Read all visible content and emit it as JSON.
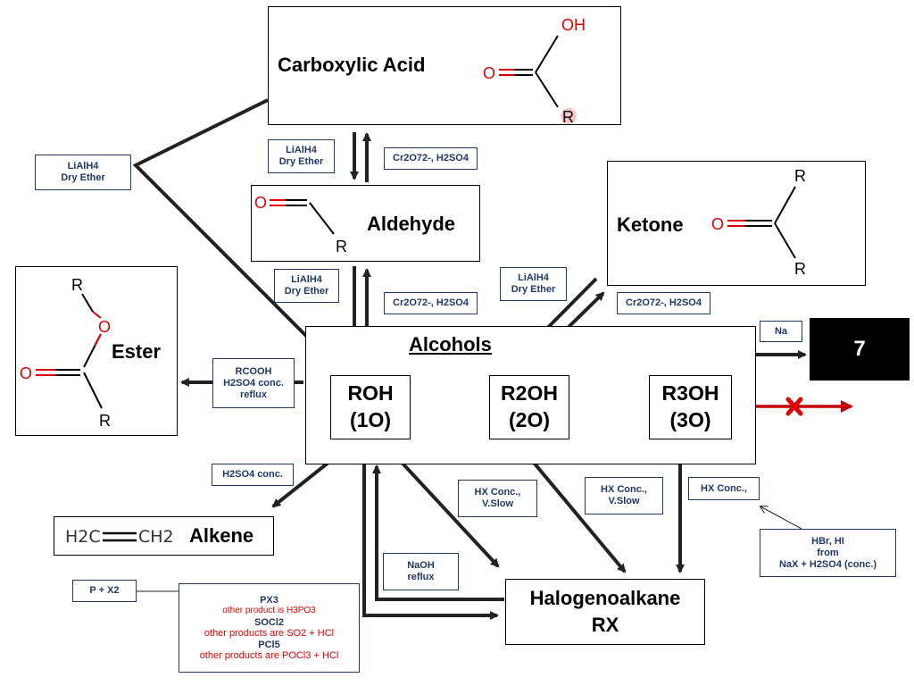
{
  "compounds": {
    "carboxylic_acid": "Carboxylic Acid",
    "aldehyde": "Aldehyde",
    "ketone": "Ketone",
    "ester": "Ester",
    "alkene": "Alkene",
    "halogenoalkane_line1": "Halogenoalkane",
    "halogenoalkane_line2": "RX",
    "sodium_product": "7"
  },
  "alcohols": {
    "title": "Alcohols",
    "primary": {
      "formula": "ROH",
      "degree": "(1O)"
    },
    "secondary": {
      "formula": "R2OH",
      "degree": "(2O)"
    },
    "tertiary": {
      "formula": "R3OH",
      "degree": "(3O)"
    }
  },
  "structure_labels": {
    "oxygen": "O",
    "hydroxyl": "OH",
    "r_group": "R",
    "alkene_left": "H2C",
    "alkene_right": "CH2"
  },
  "reagents": {
    "lialh4_acid_to_alcohol": {
      "line1": "LiAlH4",
      "line2": "Dry Ether"
    },
    "lialh4_acid_to_aldehyde": {
      "line1": "LiAlH4",
      "line2": "Dry Ether"
    },
    "dichromate_aldehyde_to_acid": "Cr2O72-, H2SO4",
    "lialh4_aldehyde_to_alcohol": {
      "line1": "LiAlH4",
      "line2": "Dry Ether"
    },
    "dichromate_alcohol_to_aldehyde": "Cr2O72-, H2SO4",
    "lialh4_ketone_to_alcohol": {
      "line1": "LiAlH4",
      "line2": "Dry Ether"
    },
    "dichromate_alcohol_to_ketone": "Cr2O72-, H2SO4",
    "sodium": "Na",
    "esterification": {
      "line1": "RCOOH",
      "line2": "H2SO4 conc.",
      "line3": "reflux"
    },
    "dehydration": "H2SO4 conc.",
    "hx_primary": {
      "line1": "HX Conc.,",
      "line2": "V.Slow"
    },
    "hx_secondary": {
      "line1": "HX Conc.,",
      "line2": "V.Slow"
    },
    "hx_tertiary": "HX Conc.,",
    "hx_source": {
      "line1": "HBr, HI",
      "line2": "from",
      "line3": "NaX + H2SO4  (conc.)"
    },
    "naoh": {
      "line1": "NaOH",
      "line2": "reflux"
    },
    "phosphorus": "P + X2",
    "halogenating_agents": {
      "px3": "PX3",
      "px3_note": "other product is H3PO3",
      "socl2": "SOCl2",
      "socl2_note": "other products are SO2 + HCl",
      "pcl5": "PCl5",
      "pcl5_note": "other products are POCl3 + HCl"
    }
  },
  "colors": {
    "label_text": "#1f3864",
    "oxygen_red": "#e00000",
    "arrow": "#222222",
    "no_reaction_arrow": "#c00000"
  }
}
